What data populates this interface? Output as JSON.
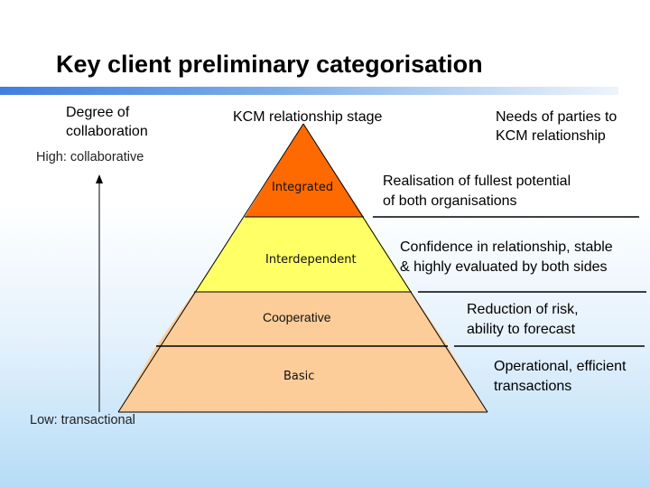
{
  "title": "Key client preliminary categorisation",
  "headers": {
    "degree": "Degree of collaboration",
    "stage": "KCM relationship stage",
    "needs": "Needs of parties to KCM relationship"
  },
  "axis": {
    "high": "High: collaborative",
    "low": "Low: transactional"
  },
  "levels": [
    {
      "label": "Integrated",
      "color": "#ff6a00"
    },
    {
      "label": "Interdependent",
      "color": "#ffff66"
    },
    {
      "label": "Cooperative",
      "color": "#fccd99"
    },
    {
      "label": "Basic",
      "color": "#fccd99"
    }
  ],
  "needs": [
    {
      "line1": "Realisation of fullest potential",
      "line2": "of both organisations"
    },
    {
      "line1": "Confidence in relationship, stable",
      "line2": "& highly evaluated by both sides"
    },
    {
      "line1": "Reduction of risk,",
      "line2": "ability to forecast"
    },
    {
      "line1": "Operational, efficient",
      "line2": "transactions"
    }
  ]
}
